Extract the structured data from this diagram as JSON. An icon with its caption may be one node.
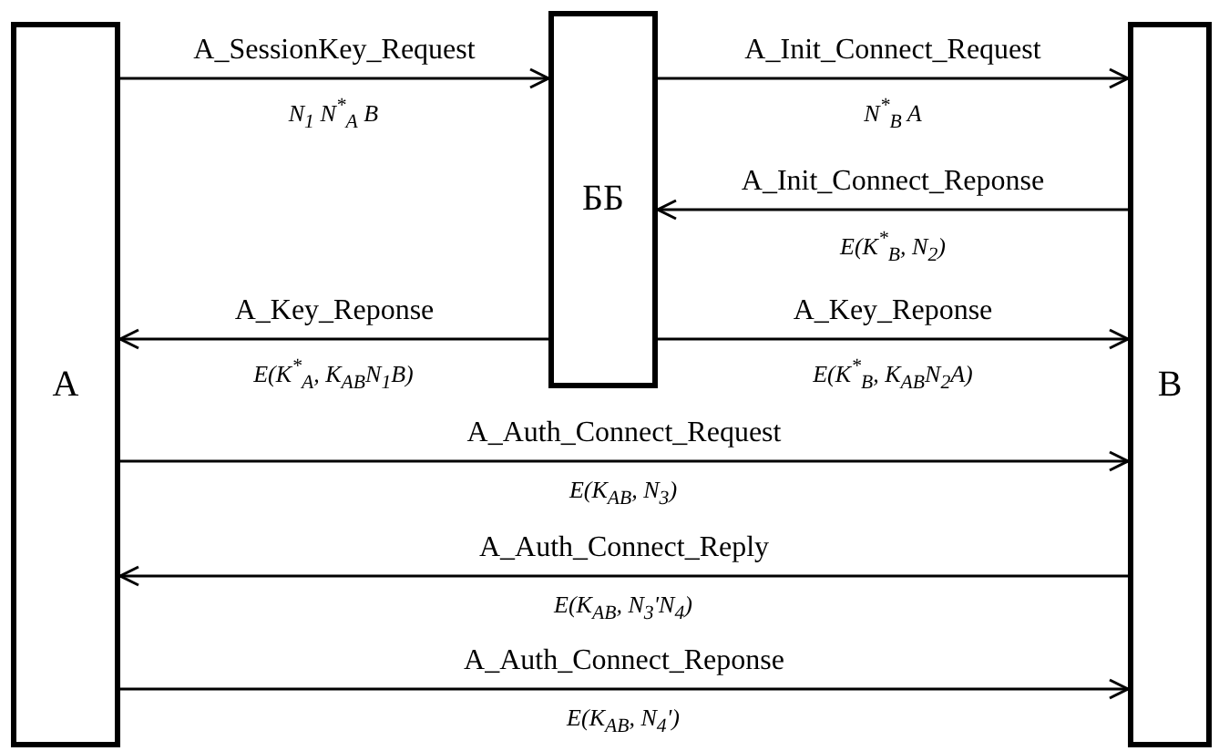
{
  "diagram": {
    "nodes": [
      {
        "text": [
          "A"
        ]
      },
      {
        "text": [
          "ББ"
        ]
      },
      {
        "text": [
          "B"
        ]
      }
    ],
    "edges": [
      {
        "from": 0,
        "to": 1,
        "arrow": "to",
        "label": "A_SessionKey_Request"
      },
      {
        "from": 1,
        "to": 2,
        "arrow": "to",
        "label": "A_Init_Connect_Request"
      },
      {
        "from": 2,
        "to": 1,
        "arrow": "to",
        "label": "A_Init_Connect_Reponse"
      },
      {
        "from": 1,
        "to": 0,
        "arrow": "to",
        "label": "A_Key_Reponse"
      },
      {
        "from": 1,
        "to": 2,
        "arrow": "to",
        "label": "A_Key_Reponse"
      },
      {
        "from": 0,
        "to": 2,
        "arrow": "to",
        "label": "A_Auth_Connect_Request"
      },
      {
        "from": 2,
        "to": 0,
        "arrow": "to",
        "label": "A_Auth_Connect_Reply"
      },
      {
        "from": 0,
        "to": 2,
        "arrow": "to",
        "label": "A_Auth_Connect_Reponse"
      }
    ],
    "labels": [
      "N$_{1}$ N$^{*}$$_{A}$ B",
      "N$^{*}$$_{B}$ A",
      "E(K$^{*}$$_{B}$, N$_{2}$)",
      "E(K$^{*}$$_{A}$, K$_{AB}$N$_{1}$B)",
      "E(K$^{*}$$_{B}$, K$_{AB}$N$_{2}$A)",
      "E(K$_{AB}$, N$_{3}$)",
      "E(K$_{AB}$, N$_{3}$'N$_{4}$)",
      "E(K$_{AB}$, N$_{4}$')"
    ]
  }
}
